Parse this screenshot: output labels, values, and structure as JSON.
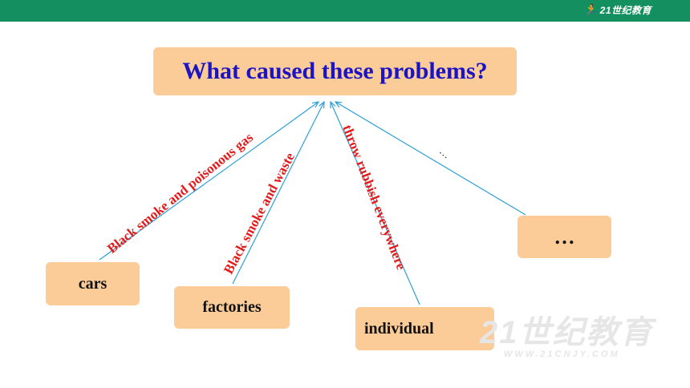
{
  "header": {
    "logo_icon": "runner-icon",
    "logo_text": "21世纪教育",
    "color": "#149060"
  },
  "title": "What caused these problems?",
  "causes": [
    {
      "label": "cars",
      "link_text": "Black smoke and poisonous gas"
    },
    {
      "label": "factories",
      "link_text": "Black smoke and waste"
    },
    {
      "label": "individual",
      "link_text": "throw rubbish everywhere"
    },
    {
      "label": "…",
      "link_text": "…"
    }
  ],
  "watermark": {
    "main": "21世纪教育",
    "url": "WWW.21CNJY.COM"
  },
  "colors": {
    "box_fill": "#fbcb98",
    "title_text": "#1a14c4",
    "link_text": "#e41a1a",
    "arrow": "#2a9fd6"
  }
}
